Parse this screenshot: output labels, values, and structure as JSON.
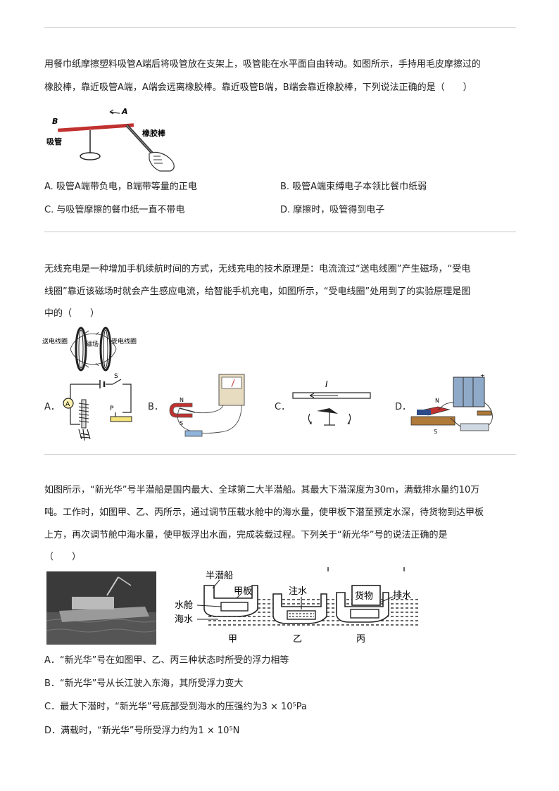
{
  "q1": {
    "stem_line1": "用餐巾纸摩擦塑料吸管A端后将吸管放在支架上，吸管能在水平面自由转动。如图所示，手持用毛皮摩擦过的",
    "stem_line2": "橡胶棒，靠近吸管A端，A端会远离橡胶棒。靠近吸管B端，B端会靠近橡胶棒，下列说法正确的是（　　）",
    "fig_labels": {
      "b": "B",
      "a": "A",
      "straw": "吸管",
      "rod": "橡胶棒"
    },
    "options": {
      "a": "A. 吸管A端带负电，B端带等量的正电",
      "b": "B. 吸管A端束缚电子本领比餐巾纸弱",
      "c": "C. 与吸管摩擦的餐巾纸一直不带电",
      "d": "D. 摩擦时，吸管得到电子"
    }
  },
  "q2": {
    "stem_line1": "无线充电是一种增加手机续航时间的方式，无线充电的技术原理是：电流流过“送电线圈”产生磁场，“受电",
    "stem_line2": "线圈”靠近该磁场时就会产生感应电流，给智能手机充电，如图所示，“受电线圈”处用到了的实验原理是图",
    "stem_line3": "中的（　　）",
    "fig_labels": {
      "send": "送电线圈",
      "field": "磁场",
      "recv": "受电线圈"
    },
    "option_letters": {
      "a": "A．",
      "b": "B．",
      "c": "C．",
      "d": "D．"
    },
    "option_fig_labels": {
      "a_meter": "A",
      "a_switch": "S",
      "a_p": "P",
      "b_n": "N",
      "b_s": "S",
      "c_current": "I",
      "d_n": "N",
      "d_s": "S",
      "d_plus": "+"
    }
  },
  "q3": {
    "stem_line1": "如图所示，“新光华”号半潜船是国内最大、全球第二大半潜船。其最大下潜深度为30m，满载排水量约10万",
    "stem_line2": "吨。工作时，如图甲、乙、丙所示，通过调节压载水舱中的海水量，使甲板下潜至预定水深，待货物到达甲板",
    "stem_line3": "上方，再次调节舱中海水量，使甲板浮出水面，完成装载过程。下列关于“新光华”号的说法正确的是",
    "stem_line4": "（　　）",
    "fig_labels": {
      "ship": "半潜船",
      "deck": "甲板",
      "tank": "水舱",
      "sea": "海水",
      "inject": "注水",
      "cargo": "货物",
      "drain": "排水",
      "jia": "甲",
      "yi": "乙",
      "bing": "丙"
    },
    "options": {
      "a": "A．“新光华”号在如图甲、乙、丙三种状态时所受的浮力相等",
      "b": "B．“新光华”号从长江驶入东海，其所受浮力变大",
      "c": "C．最大下潜时，“新光华”号底部受到海水的压强约为3 × 10⁵Pa",
      "d": "D．满载时，“新光华”号所受浮力约为1 × 10⁵N"
    }
  }
}
